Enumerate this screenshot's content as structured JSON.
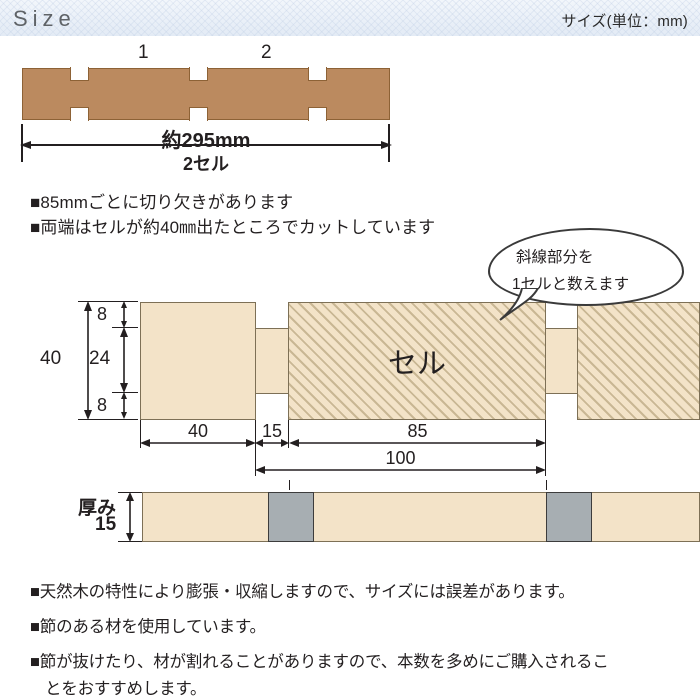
{
  "header": {
    "title": "Size",
    "unit_note": "サイズ(単位：mm)"
  },
  "top_diagram": {
    "cell_label_1": "1",
    "cell_label_2": "2",
    "length_label": "約295mm",
    "cells_label": "2セル"
  },
  "bullets_top": [
    "■85mmごとに切り欠きがあります",
    "■両端はセルが約40㎜出たところでカットしています"
  ],
  "callout": {
    "line1": "斜線部分を",
    "line2": "1セルと数えます"
  },
  "section_diagram": {
    "cell_label": "セル",
    "vertical": {
      "total": "40",
      "top_notch": "8",
      "middle": "24",
      "bottom_notch": "8"
    },
    "horizontal": {
      "d40": "40",
      "d15": "15",
      "d85": "85",
      "d100": "100"
    }
  },
  "thickness_diagram": {
    "label": "厚み",
    "value": "15"
  },
  "bullets_bottom": [
    "■天然木の特性により膨張・収縮しますので、サイズには誤差があります。",
    "■節のある材を使用しています。",
    "■節が抜けたり、材が割れることがありますので、本数を多めにご購入されるこ",
    "とをおすすめします。"
  ],
  "colors": {
    "wood_brown": "#bb8a5f",
    "wood_cream": "#f3e3c8",
    "hatch_line": "#c9b794",
    "gray_block": "#a7aeb2",
    "header_bg": "#eaf0f8",
    "text": "#231f20"
  }
}
